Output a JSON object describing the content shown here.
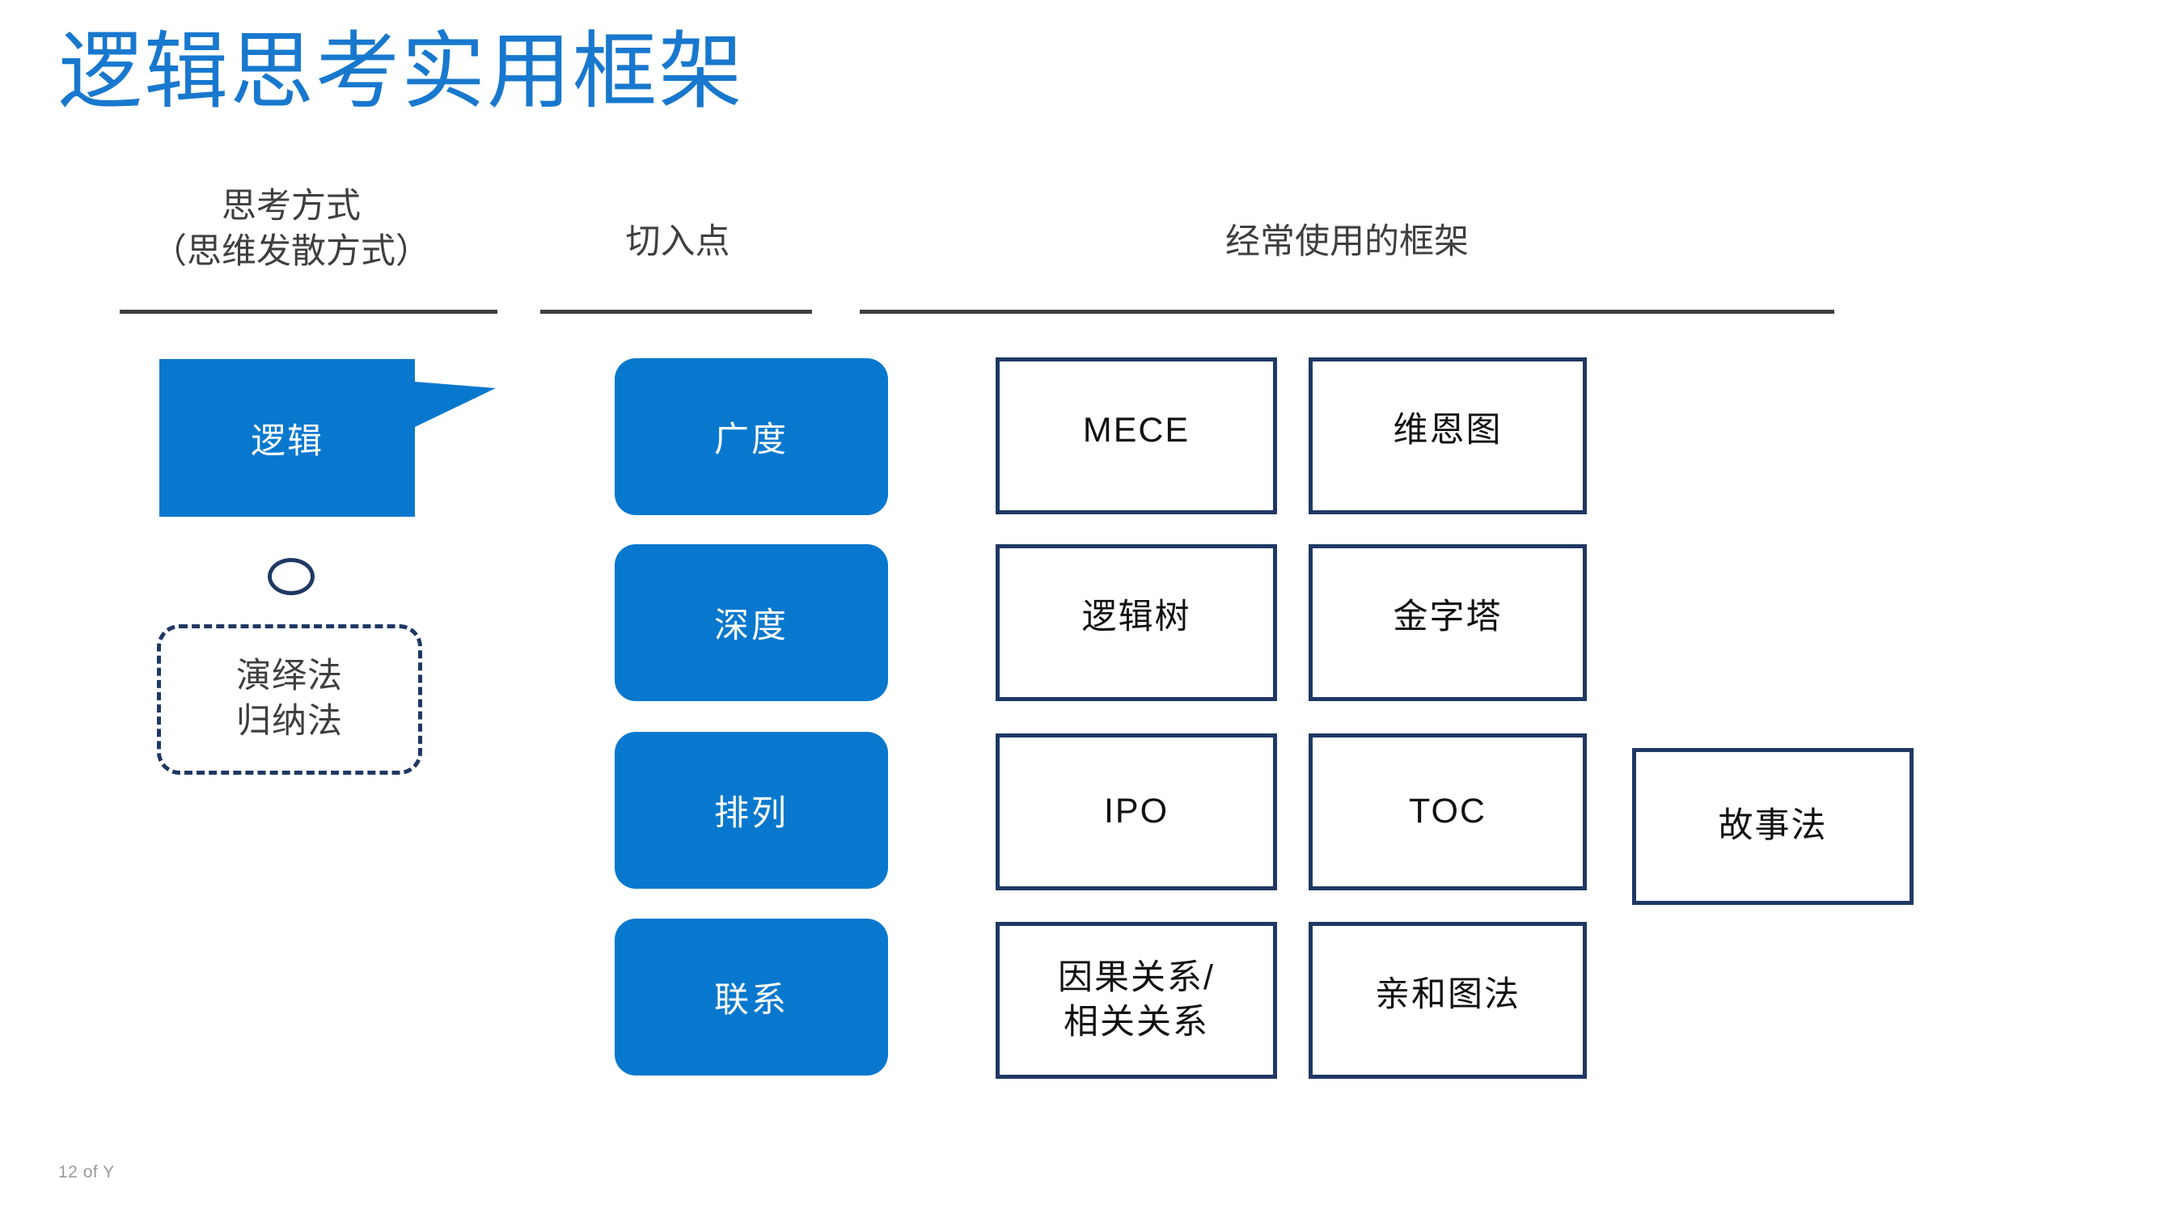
{
  "slide": {
    "title": "逻辑思考实用框架",
    "title_color": "#1878CE",
    "accent_blue": "#0878CE",
    "border_navy": "#1F3864",
    "footer": "12 of Y"
  },
  "columns": [
    {
      "header": "思考方式\n（思维发散方式）"
    },
    {
      "header": "切入点"
    },
    {
      "header": "经常使用的框架"
    }
  ],
  "thinking_mode": {
    "bubble_label": "逻辑",
    "methods": [
      "演绎法",
      "归纳法"
    ]
  },
  "entry_points": [
    {
      "label": "广度"
    },
    {
      "label": "深度"
    },
    {
      "label": "排列"
    },
    {
      "label": "联系"
    }
  ],
  "frameworks": [
    {
      "label": "MECE"
    },
    {
      "label": "维恩图"
    },
    {
      "label": "逻辑树"
    },
    {
      "label": "金字塔"
    },
    {
      "label": "IPO"
    },
    {
      "label": "TOC"
    },
    {
      "label": "故事法"
    },
    {
      "label": "因果关系/\n相关关系"
    },
    {
      "label": "亲和图法"
    }
  ]
}
